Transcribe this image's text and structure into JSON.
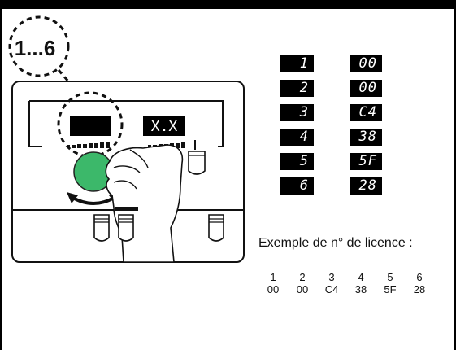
{
  "diagram": {
    "callout_label": "1...6",
    "panel_display_text": "X.X"
  },
  "license_codes": {
    "rows": [
      {
        "index": "1",
        "value": "00"
      },
      {
        "index": "2",
        "value": "00"
      },
      {
        "index": "3",
        "value": "C4"
      },
      {
        "index": "4",
        "value": "38"
      },
      {
        "index": "5",
        "value": "5F"
      },
      {
        "index": "6",
        "value": "28"
      }
    ]
  },
  "example": {
    "caption": "Exemple de n° de licence :",
    "indices": [
      "1",
      "2",
      "3",
      "4",
      "5",
      "6"
    ],
    "values": [
      "00",
      "00",
      "C4",
      "38",
      "5F",
      "28"
    ]
  },
  "colors": {
    "knob_green": "#3cb86a",
    "display_bg": "#000000",
    "display_text": "#ffffff"
  }
}
